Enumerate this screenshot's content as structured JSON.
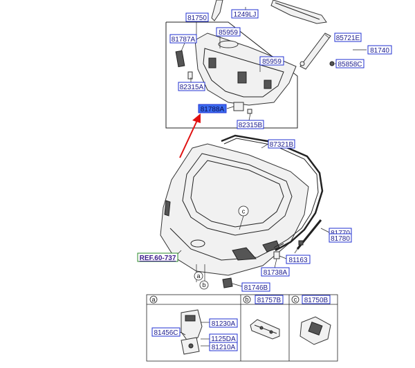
{
  "parts": {
    "p81750_top": "81750",
    "p1249LJ": "1249LJ",
    "p81787A": "81787A",
    "p85959_a": "85959",
    "p85721E": "85721E",
    "p81740": "81740",
    "p85959_b": "85959",
    "p85858C": "85858C",
    "p82315A": "82315A",
    "p81788A": "81788A",
    "p82315B": "82315B",
    "p87321B": "87321B",
    "p81770": "81770",
    "p81780": "81780",
    "p81163": "81163",
    "p81738A": "81738A",
    "p81746B": "81746B",
    "ref": "REF.60-737",
    "callout_c": "c",
    "callout_a": "a",
    "callout_b": "b"
  },
  "detail_table": {
    "cell_a": "a",
    "cell_b": "b",
    "cell_c": "c",
    "b_part": "81757B",
    "c_part": "81750B",
    "a_parts": {
      "p81230A": "81230A",
      "p81456C": "81456C",
      "p1125DA": "1125DA",
      "p81210A": "81210A"
    }
  },
  "colors": {
    "label_border": "#1f2fd0",
    "label_text": "#1a1a8c",
    "highlight": "#3b6cf0",
    "arrow": "#e01010"
  }
}
